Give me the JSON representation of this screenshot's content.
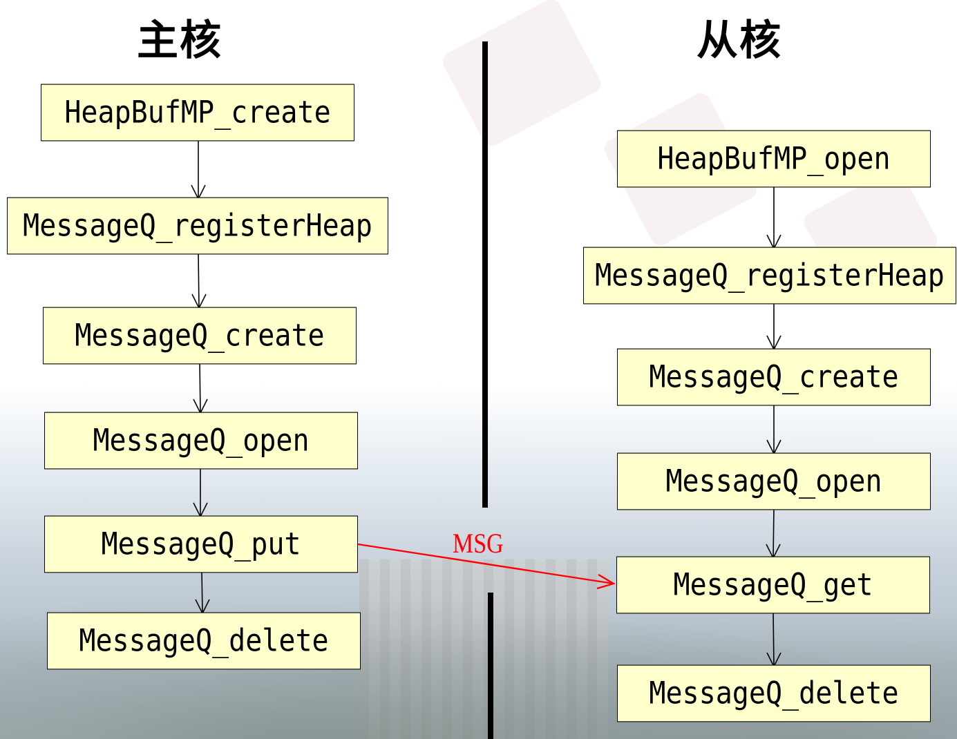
{
  "titles": {
    "left": "主核",
    "right": "从核"
  },
  "left_core": {
    "boxes": [
      "HeapBufMP_create",
      "MessageQ_registerHeap",
      "MessageQ_create",
      "MessageQ_open",
      "MessageQ_put",
      "MessageQ_delete"
    ]
  },
  "right_core": {
    "boxes": [
      "HeapBufMP_open",
      "MessageQ_registerHeap",
      "MessageQ_create",
      "MessageQ_open",
      "MessageQ_get",
      "MessageQ_delete"
    ]
  },
  "message": {
    "label": "MSG",
    "color": "#ff0000"
  },
  "colors": {
    "box_fill": "#ffffcc",
    "border": "#000000",
    "arrow": "#000000"
  }
}
